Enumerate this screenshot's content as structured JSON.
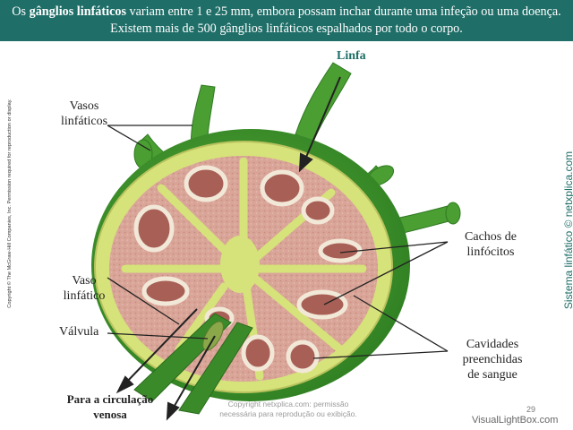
{
  "header": {
    "text_pre": "Os ",
    "text_bold": "gânglios linfáticos",
    "text_post": " variam entre 1 e 25 mm, embora possam inchar durante uma infeção ou uma doença. Existem mais de 500 gânglios linfáticos espalhados por todo o corpo."
  },
  "labels": {
    "linfa": "Linfa",
    "vasos_line1": "Vasos",
    "vasos_line2": "linfáticos",
    "cachos_line1": "Cachos de",
    "cachos_line2": "linfócitos",
    "vaso_line1": "Vaso",
    "vaso_line2": "linfático",
    "valvula": "Válvula",
    "cavidades_line1": "Cavidades",
    "cavidades_line2": "preenchidas",
    "cavidades_line3": "de sangue",
    "circulacao_line1": "Para a circulação",
    "circulacao_line2": "venosa"
  },
  "copyright_vertical": "Copyright © The McGraw-Hill Companies, Inc. Permission required for reproduction or display.",
  "site_vertical": "Sistema linfático © netxplica.com",
  "watermark_line1": "Copyright netxplica.com: permissão",
  "watermark_line2": "necessária para reprodução ou exibição.",
  "page_number": "29",
  "visuallightbox": "VisualLightBox.com",
  "colors": {
    "header_bg": "#1f6e68",
    "capsule_green": "#3f9a2c",
    "vessel_green": "#4a9e32",
    "cortex_yellow": "#d6e27a",
    "tissue_pink": "#d9a598",
    "nodule_dark": "#a85f55"
  }
}
